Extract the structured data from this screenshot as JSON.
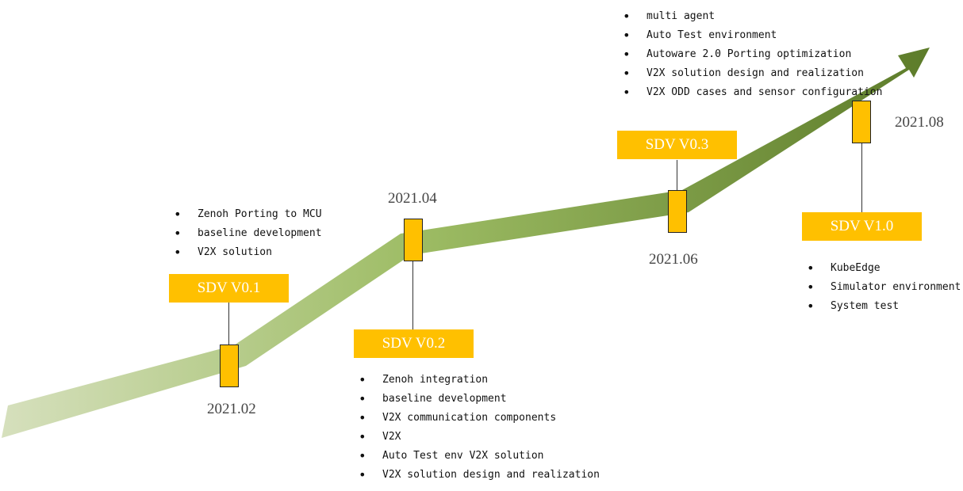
{
  "milestones": [
    {
      "date": "2021.02",
      "version": "SDV V0.1",
      "items": [
        "Zenoh Porting to MCU",
        "baseline development",
        "V2X solution"
      ]
    },
    {
      "date": "2021.04",
      "version": "SDV V0.2",
      "items": [
        "Zenoh integration",
        "baseline development",
        "V2X communication components",
        "V2X",
        "Auto Test env V2X solution",
        "V2X solution design and realization"
      ]
    },
    {
      "date": "2021.06",
      "version": "SDV V0.3",
      "items": [
        "multi agent",
        "Auto Test environment",
        "Autoware 2.0 Porting optimization",
        "V2X solution design and realization",
        "V2X ODD cases and sensor configuration"
      ]
    },
    {
      "date": "2021.08",
      "version": "SDV V1.0",
      "items": [
        "KubeEdge",
        "Simulator environment",
        "System test"
      ]
    }
  ],
  "colors": {
    "arrow_start": "#d6e0bd",
    "arrow_mid": "#9dbc64",
    "arrow_end": "#5d7c2a",
    "version_box": "#ffc000",
    "marker": "#ffc000"
  }
}
